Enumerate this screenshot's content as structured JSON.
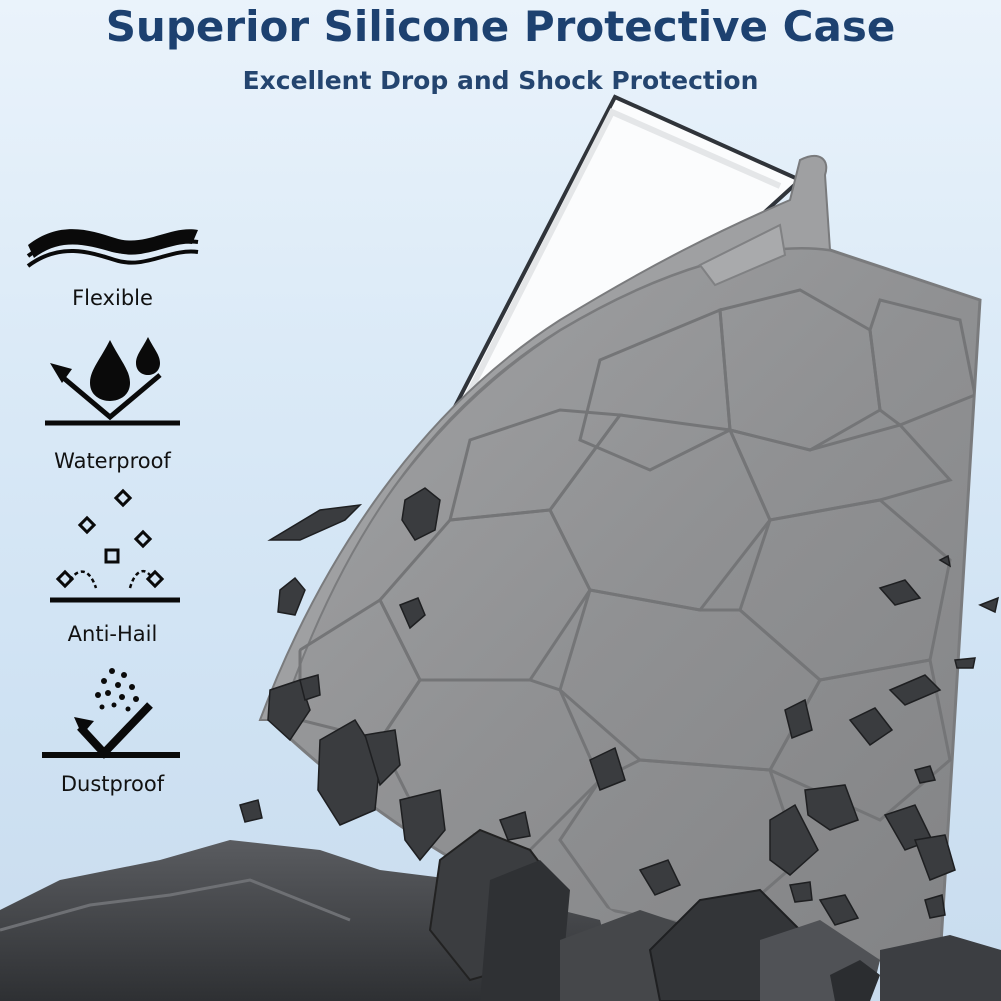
{
  "header": {
    "title": "Superior Silicone Protective Case",
    "subtitle": "Excellent Drop and Shock Protection"
  },
  "features": [
    {
      "label": "Flexible",
      "icon": "flexible-layers-icon"
    },
    {
      "label": "Waterproof",
      "icon": "waterproof-drops-icon"
    },
    {
      "label": "Anti-Hail",
      "icon": "anti-hail-icon"
    },
    {
      "label": "Dustproof",
      "icon": "dustproof-icon"
    }
  ],
  "colors": {
    "title": "#1d4170",
    "case": "#8e8f91",
    "case_outline": "#7a7b7d",
    "rock": "#3e4043"
  }
}
